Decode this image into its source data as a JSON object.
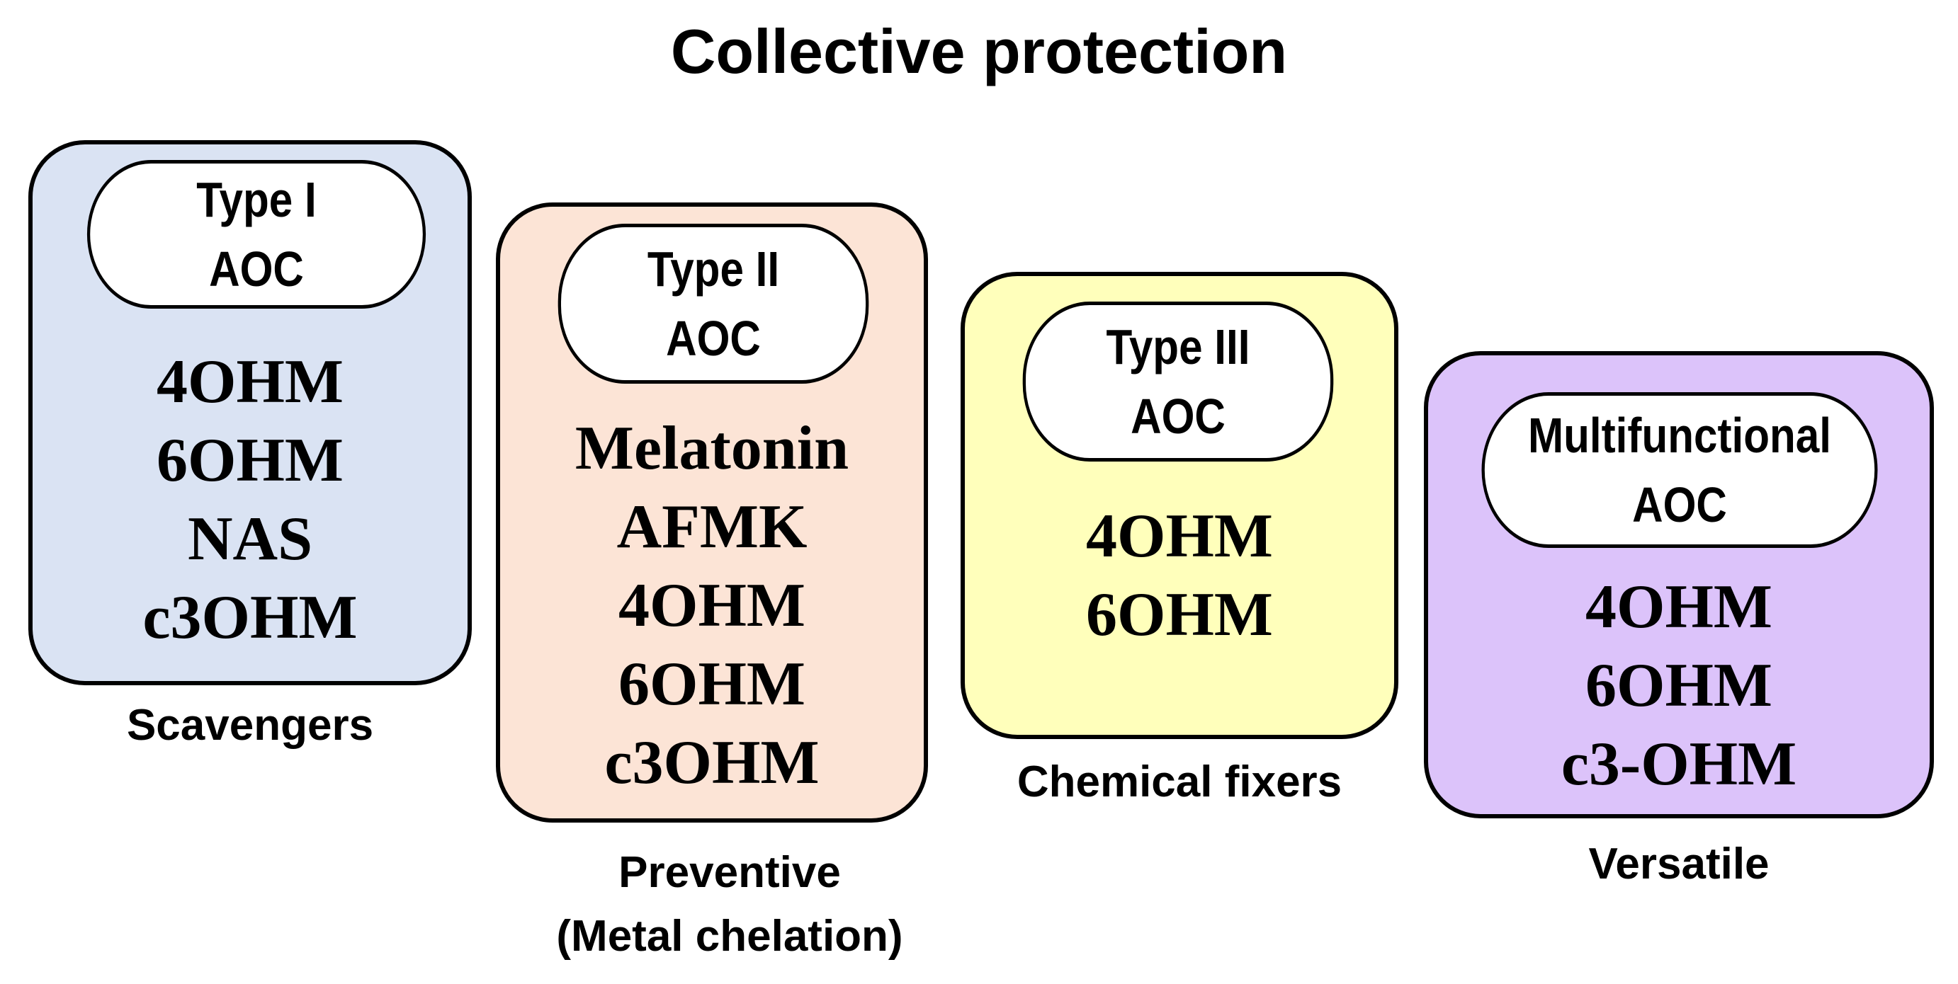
{
  "title": "Collective protection",
  "colors": {
    "type1_fill": "#dae3f3",
    "type2_fill": "#fce4d6",
    "type3_fill": "#ffffbb",
    "multi_fill": "#dcc3fa",
    "border": "#000000",
    "pill_fill": "#ffffff"
  },
  "groups": [
    {
      "label_line1": "Type I",
      "label_line2": "AOC",
      "compounds": [
        "4OHM",
        "6OHM",
        "NAS",
        "c3OHM"
      ],
      "caption_line1": "Scavengers",
      "caption_line2": ""
    },
    {
      "label_line1": "Type II",
      "label_line2": "AOC",
      "compounds": [
        "Melatonin",
        "AFMK",
        "4OHM",
        "6OHM",
        "c3OHM"
      ],
      "caption_line1": "Preventive",
      "caption_line2": "(Metal chelation)"
    },
    {
      "label_line1": "Type III",
      "label_line2": "AOC",
      "compounds": [
        "4OHM",
        "6OHM"
      ],
      "caption_line1": "Chemical fixers",
      "caption_line2": ""
    },
    {
      "label_line1": "Multifunctional",
      "label_line2": "AOC",
      "compounds": [
        "4OHM",
        "6OHM",
        "c3-OHM"
      ],
      "caption_line1": "Versatile",
      "caption_line2": ""
    }
  ]
}
